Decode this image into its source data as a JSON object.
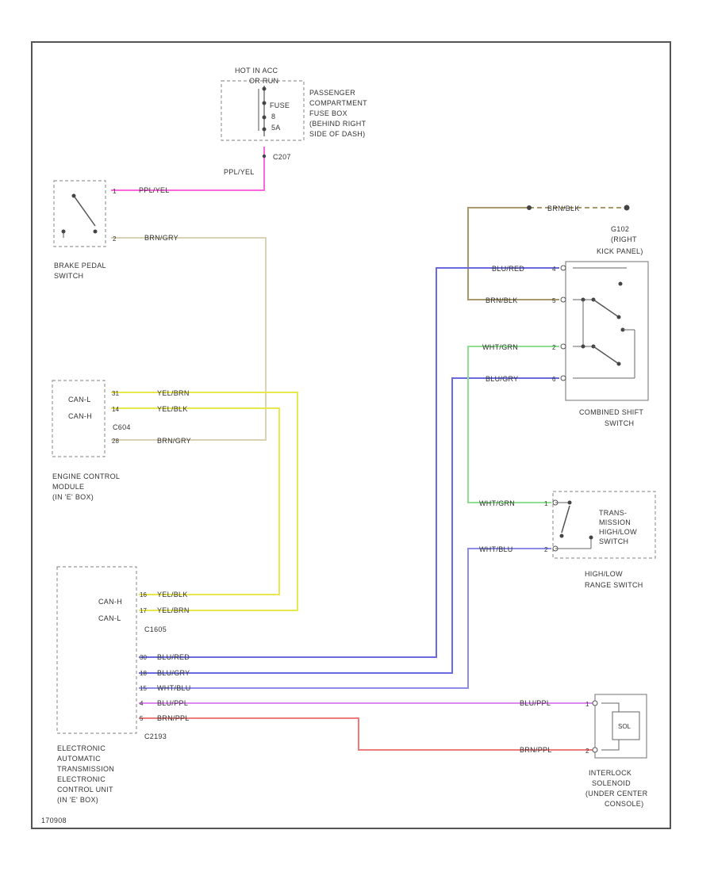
{
  "fig_id": "170908",
  "fuse_box": {
    "hot": "HOT IN ACC",
    "hot2": "OR RUN",
    "fuse_label": "FUSE",
    "fuse_no": "8",
    "fuse_amp": "5A",
    "desc": [
      "PASSENGER",
      "COMPARTMENT",
      "FUSE BOX",
      "(BEHIND RIGHT",
      "SIDE OF DASH)"
    ],
    "conn": "C207"
  },
  "brake_switch": {
    "name": [
      "BRAKE PEDAL",
      "SWITCH"
    ],
    "pin1": "1",
    "pin2": "2"
  },
  "ecm": {
    "name": [
      "ENGINE CONTROL",
      "MODULE",
      "(IN 'E' BOX)"
    ],
    "pins": [
      "31",
      "14",
      "28"
    ],
    "can_l": "CAN-L",
    "can_h": "CAN-H",
    "conn": "C604"
  },
  "ground": {
    "name": [
      "G102",
      "(RIGHT",
      "KICK PANEL)"
    ]
  },
  "shift_switch": {
    "name": [
      "COMBINED SHIFT",
      "SWITCH"
    ],
    "pins": [
      "4",
      "5",
      "2",
      "6"
    ]
  },
  "range_switch": {
    "inner": [
      "TRANS-",
      "MISSION",
      "HIGH/LOW",
      "SWITCH"
    ],
    "name": [
      "HIGH/LOW",
      "RANGE SWITCH"
    ],
    "pins": [
      "1",
      "2"
    ]
  },
  "tcu": {
    "name": [
      "ELECTRONIC",
      "AUTOMATIC",
      "TRANSMISSION",
      "ELECTRONIC",
      "CONTROL UNIT",
      "(IN 'E' BOX)"
    ],
    "can_h": "CAN-H",
    "can_l": "CAN-L",
    "conn1": "C1605",
    "conn2": "C2193",
    "pins": [
      "16",
      "17",
      "30",
      "18",
      "15",
      "4",
      "5"
    ]
  },
  "solenoid": {
    "name": [
      "INTERLOCK",
      "SOLENOID",
      "(UNDER CENTER",
      "CONSOLE)"
    ],
    "inner": "SOL",
    "pins": [
      "1",
      "2"
    ]
  },
  "wires": {
    "ppl_yel_1": "PPL/YEL",
    "ppl_yel_2": "PPL/YEL",
    "brn_gry_1": "BRN/GRY",
    "brn_gry_2": "BRN/GRY",
    "yel_brn_1": "YEL/BRN",
    "yel_blk_1": "YEL/BLK",
    "yel_blk_2": "YEL/BLK",
    "yel_brn_2": "YEL/BRN",
    "brn_blk_1": "BRN/BLK",
    "brn_blk_2": "BRN/BLK",
    "blu_red_1": "BLU/RED",
    "blu_red_2": "BLU/RED",
    "wht_grn_1": "WHT/GRN",
    "wht_grn_2": "WHT/GRN",
    "blu_gry_1": "BLU/GRY",
    "blu_gry_2": "BLU/GRY",
    "wht_blu_1": "WHT/BLU",
    "wht_blu_2": "WHT/BLU",
    "blu_ppl_1": "BLU/PPL",
    "blu_ppl_2": "BLU/PPL",
    "brn_ppl_1": "BRN/PPL",
    "brn_ppl_2": "BRN/PPL"
  },
  "colors": {
    "ppl_yel": "#ff66dd",
    "brn_gry": "#d9d2b4",
    "yel": "#e8e84a",
    "brn_blk": "#a89a68",
    "blu_red": "#6a6ae0",
    "blu_gry": "#6a6ae0",
    "wht_blu": "#8c8cec",
    "wht_grn": "#8fe08f",
    "blu_ppl": "#dd88ee",
    "brn_ppl": "#ee7a7a"
  }
}
